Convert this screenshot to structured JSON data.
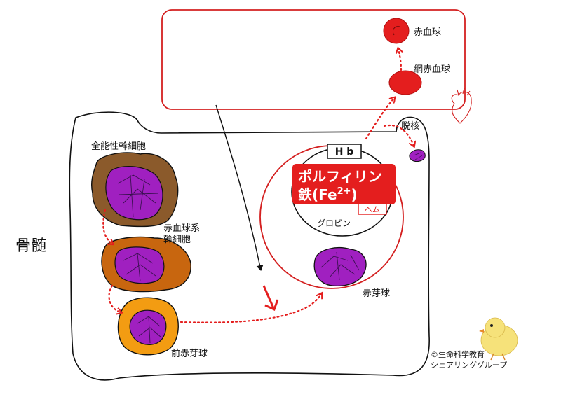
{
  "labels": {
    "bone_marrow": "骨髄",
    "hsc": "全能性幹細胞",
    "erythroid_stem_line1": "赤血球系",
    "erythroid_stem_line2": "幹細胞",
    "proerythroblast": "前赤芽球",
    "erythroblast": "赤芽球",
    "enucleation": "脱核",
    "reticulocyte": "網赤血球",
    "rbc": "赤血球",
    "hb": "H b",
    "porphyrin": "ポルフィリン",
    "iron_prefix": "鉄(Fe",
    "iron_charge": "2+",
    "iron_suffix": ")",
    "heme": "ヘム",
    "globin": "グロビン"
  },
  "credit": {
    "line1": "©生命科学教育",
    "line2": "シェアリンググループ"
  },
  "colors": {
    "red": "#e41e1e",
    "hsc": "#8b5a2b",
    "stem": "#c8660f",
    "pro": "#f39c12",
    "nucleus": "#a020c0"
  },
  "icons": [
    "heart-icon",
    "chick-mascot-icon"
  ]
}
